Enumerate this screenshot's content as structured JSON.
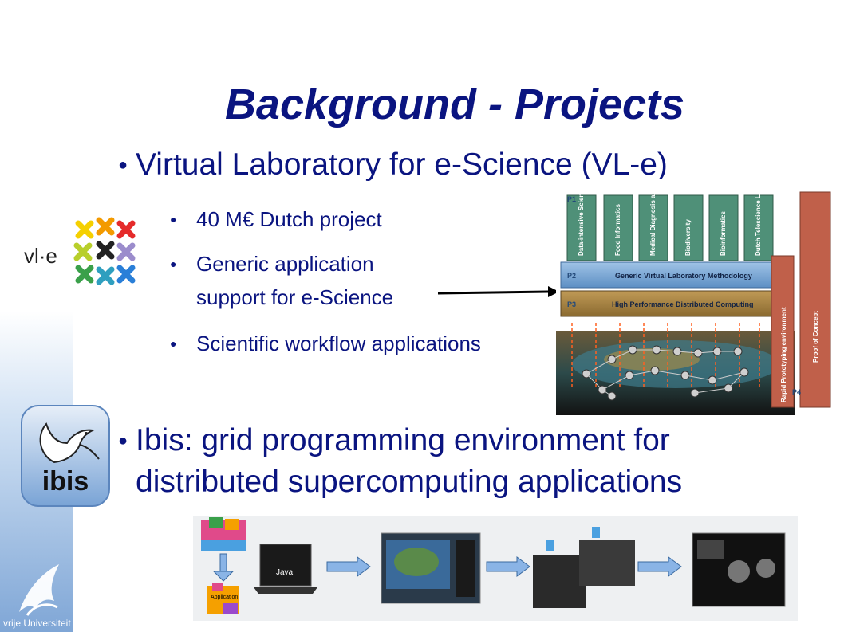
{
  "slide": {
    "title": "Background - Projects",
    "bullets": {
      "vle": "Virtual Laboratory for e-Science (VL-e)",
      "vle_sub_1": "40 M€ Dutch project",
      "vle_sub_2a": "Generic application",
      "vle_sub_2b": "support for e-Science",
      "vle_sub_3": "Scientific workflow applications",
      "ibis_1": "Ibis: grid programming environment for",
      "ibis_2": "distributed supercomputing applications"
    }
  },
  "logos": {
    "vle": "vl·e",
    "ibis": "ibis",
    "vu": "vrije Universiteit"
  },
  "diagram": {
    "columns": [
      "Data-intensive Sciences",
      "Food Informatics",
      "Medical Diagnosis and Imaging",
      "Biodiversity",
      "Bioinformatics",
      "Dutch Telescience Laboratory"
    ],
    "layer_p2": "Generic Virtual Laboratory Methodology",
    "layer_p3": "High Performance Distributed Computing",
    "tag_p1": "P1",
    "tag_p2": "P2",
    "tag_p3": "P3",
    "tag_p4": "P4",
    "side_1": "Rapid Prototyping environment",
    "side_2": "Proof of Concept"
  },
  "workflow": {
    "java_label": "Java",
    "app_label": "Application"
  },
  "colors": {
    "title": "#0a1480",
    "text": "#0a1480",
    "green_column": "#4f9078",
    "blue_layer": "#6ea0d0",
    "brown_layer": "#9a7a40",
    "red_pillar": "#c0604a"
  }
}
